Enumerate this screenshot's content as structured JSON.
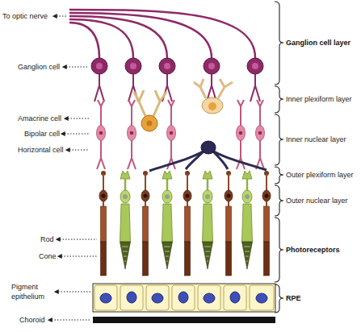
{
  "diagram": {
    "labels": [
      "To optic nerve",
      "Ganglion cell layer",
      "Ganglion cell",
      "Inner plexiform layer",
      "Amacrine cell",
      "Inner nuclear layer",
      "Bipolar cell",
      "Horizontal cell",
      "Outer plexiform layer",
      "Outer nuclear layer",
      "Photoreceptors",
      "Rod",
      "Cone",
      "Pigment epithelium",
      "RPE",
      "Choroid"
    ]
  }
}
